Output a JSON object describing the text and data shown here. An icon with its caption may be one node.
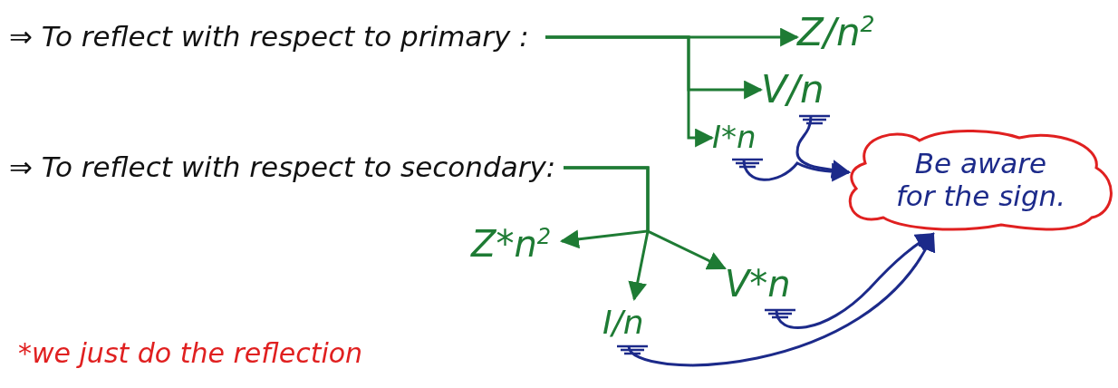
{
  "diagram": {
    "nodes": [
      {
        "text": [
          "⇒ To reflect with respect to primary :"
        ]
      },
      {
        "text": [
          "Z/n$^{2}$"
        ]
      },
      {
        "text": [
          "V/n"
        ]
      },
      {
        "text": [
          "I*n"
        ]
      },
      {
        "text": [
          "Be aware for the sign."
        ]
      },
      {
        "text": [
          "⇒ To reflect with respect to secondary:"
        ]
      },
      {
        "text": [
          "Z*n$^{2}$"
        ]
      },
      {
        "text": [
          "V*n"
        ]
      },
      {
        "text": [
          "I/n"
        ]
      }
    ],
    "edges": [
      {
        "from": 0,
        "to": 1,
        "arrow": "to"
      },
      {
        "from": 0,
        "to": 2,
        "arrow": "to"
      },
      {
        "from": 0,
        "to": 3,
        "arrow": "to"
      },
      {
        "from": 2,
        "to": 4,
        "arrow": "to",
        "color": "#1c2a8a"
      },
      {
        "from": 3,
        "to": 4,
        "arrow": "to",
        "color": "#1c2a8a"
      },
      {
        "from": 5,
        "to": 6,
        "arrow": "to"
      },
      {
        "from": 5,
        "to": 7,
        "arrow": "to"
      },
      {
        "from": 5,
        "to": 8,
        "arrow": "to"
      },
      {
        "from": 7,
        "to": 4,
        "arrow": "to",
        "color": "#1c2a8a"
      },
      {
        "from": 8,
        "to": 4,
        "arrow": "to",
        "color": "#1c2a8a"
      }
    ],
    "labels": [
      "*we just do the reflection"
    ]
  }
}
